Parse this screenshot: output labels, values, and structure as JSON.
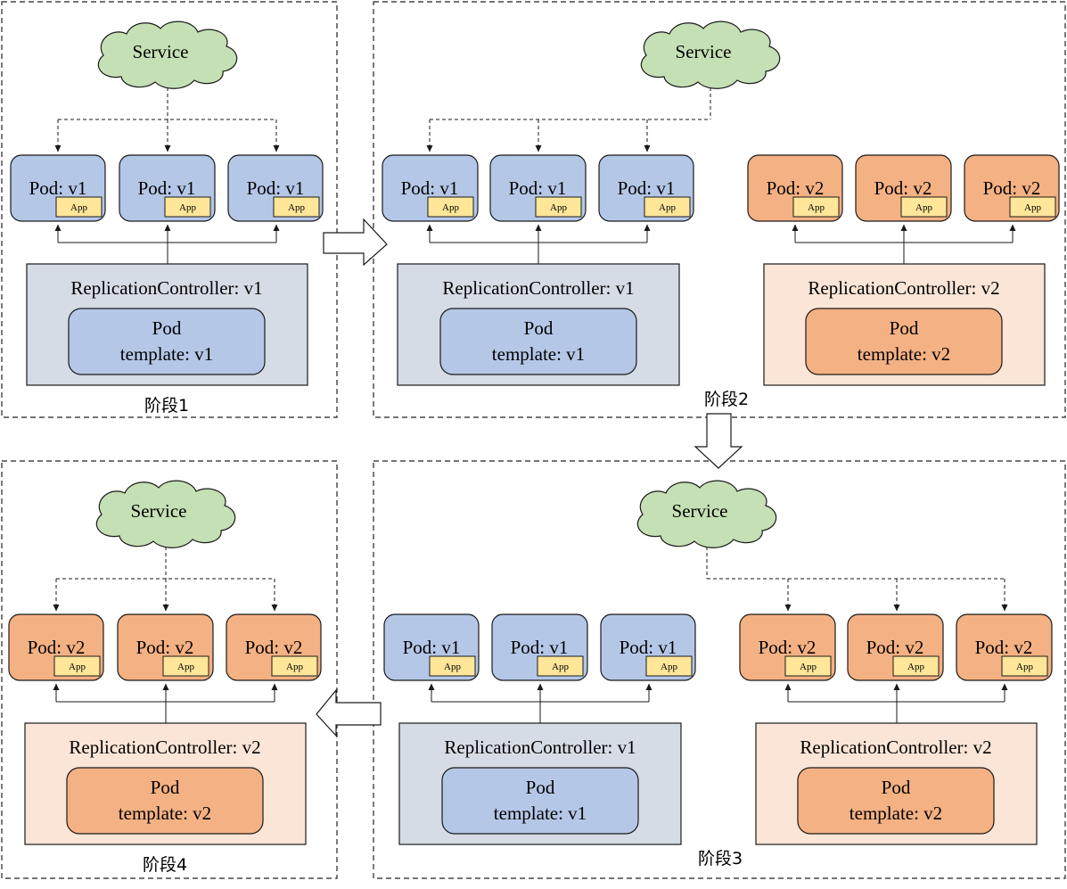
{
  "colors": {
    "v1_pod_fill": "#b4c7e7",
    "v1_rc_fill": "#d6dce5",
    "v2_pod_fill": "#f4b183",
    "v2_rc_fill": "#fbe5d6",
    "app_fill": "#ffe699",
    "service_fill": "#c5e0b4",
    "stroke": "#1a1a1a"
  },
  "service_label": "Service",
  "app_label": "App",
  "pod_label_v1": "Pod: v1",
  "pod_label_v2": "Pod: v2",
  "rc_label_v1": "ReplicationController: v1",
  "rc_label_v2": "ReplicationController: v2",
  "template_title": "Pod",
  "template_label_v1": "template: v1",
  "template_label_v2": "template: v2",
  "stages": {
    "s1": "阶段1",
    "s2": "阶段2",
    "s3": "阶段3",
    "s4": "阶段4"
  },
  "flow": [
    {
      "from": "阶段1",
      "to": "阶段2",
      "direction": "right"
    },
    {
      "from": "阶段2",
      "to": "阶段3",
      "direction": "down"
    },
    {
      "from": "阶段3",
      "to": "阶段4",
      "direction": "left"
    }
  ]
}
